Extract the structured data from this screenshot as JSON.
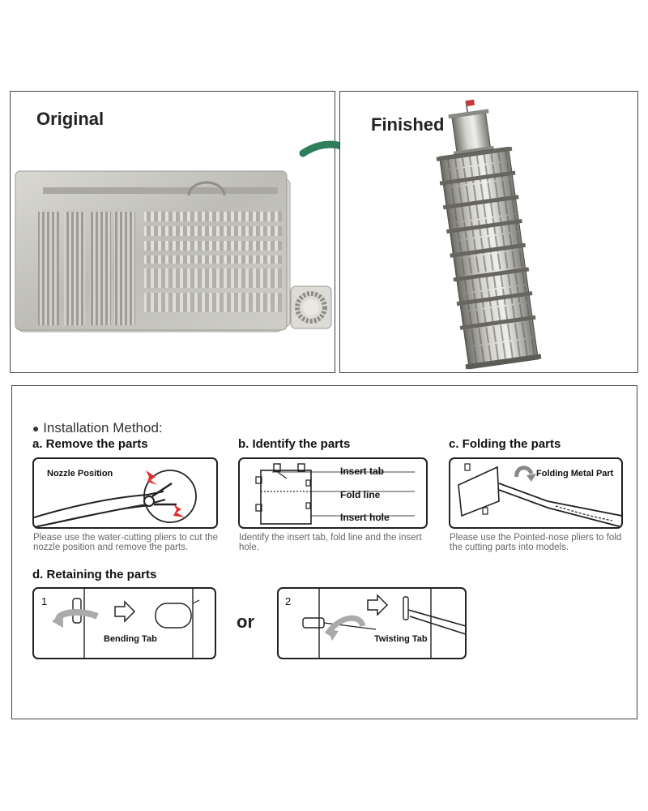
{
  "comparison": {
    "original_title": "Original",
    "finished_title": "Finished"
  },
  "instructions": {
    "heading": "Installation Method:",
    "step_a": {
      "title": "a. Remove the parts",
      "label": "Nozzle Position",
      "description": "Please use the water-cutting pliers to cut the nozzle position and remove the parts."
    },
    "step_b": {
      "title": "b. Identify the parts",
      "labels": [
        "Insert tab",
        "Fold line",
        "Insert hole"
      ],
      "description": "Identify the insert tab, fold line and the insert hole."
    },
    "step_c": {
      "title": "c. Folding the parts",
      "label": "Folding Metal Part",
      "description": "Please use the Pointed-nose pliers to fold the cutting parts into models."
    },
    "step_d": {
      "title": "d. Retaining the parts",
      "option1_number": "1",
      "option1_label": "Bending Tab",
      "or_text": "or",
      "option2_number": "2",
      "option2_label": "Twisting Tab"
    }
  },
  "colors": {
    "arrow": "#2e7d5b",
    "metal": "#b9b7b0",
    "plier_red": "#e03030"
  }
}
